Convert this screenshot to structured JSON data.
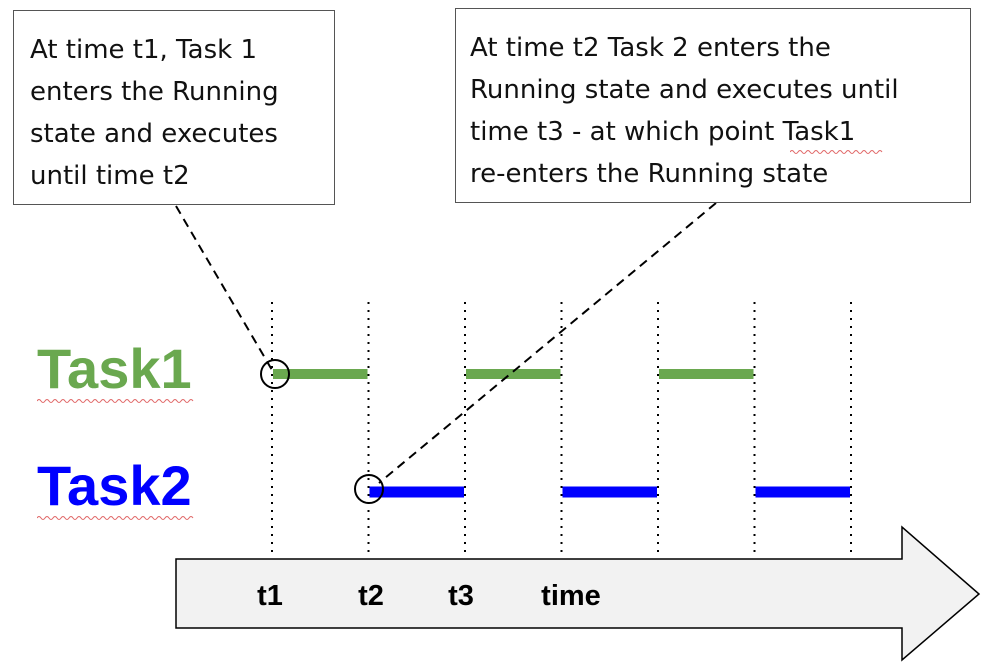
{
  "callouts": {
    "task1": {
      "lines": [
        "At time t1, Task 1",
        "enters the Running",
        "state and executes",
        "until time t2"
      ]
    },
    "task2": {
      "lines": [
        "At time t2 Task 2 enters the",
        "Running state and executes until",
        "time t3 - at which point Task1",
        "re-enters the Running state"
      ]
    }
  },
  "tasks": [
    {
      "label": "Task1",
      "color": "#6aa84f",
      "segments": [
        [
          1,
          2
        ],
        [
          3,
          4
        ],
        [
          5,
          6
        ]
      ]
    },
    {
      "label": "Task2",
      "color": "#0000ff",
      "segments": [
        [
          2,
          3
        ],
        [
          4,
          5
        ],
        [
          6,
          7
        ]
      ]
    }
  ],
  "axis": {
    "tick_labels": [
      "t1",
      "t2",
      "t3"
    ],
    "label": "time",
    "fill": "#f2f2f2"
  }
}
